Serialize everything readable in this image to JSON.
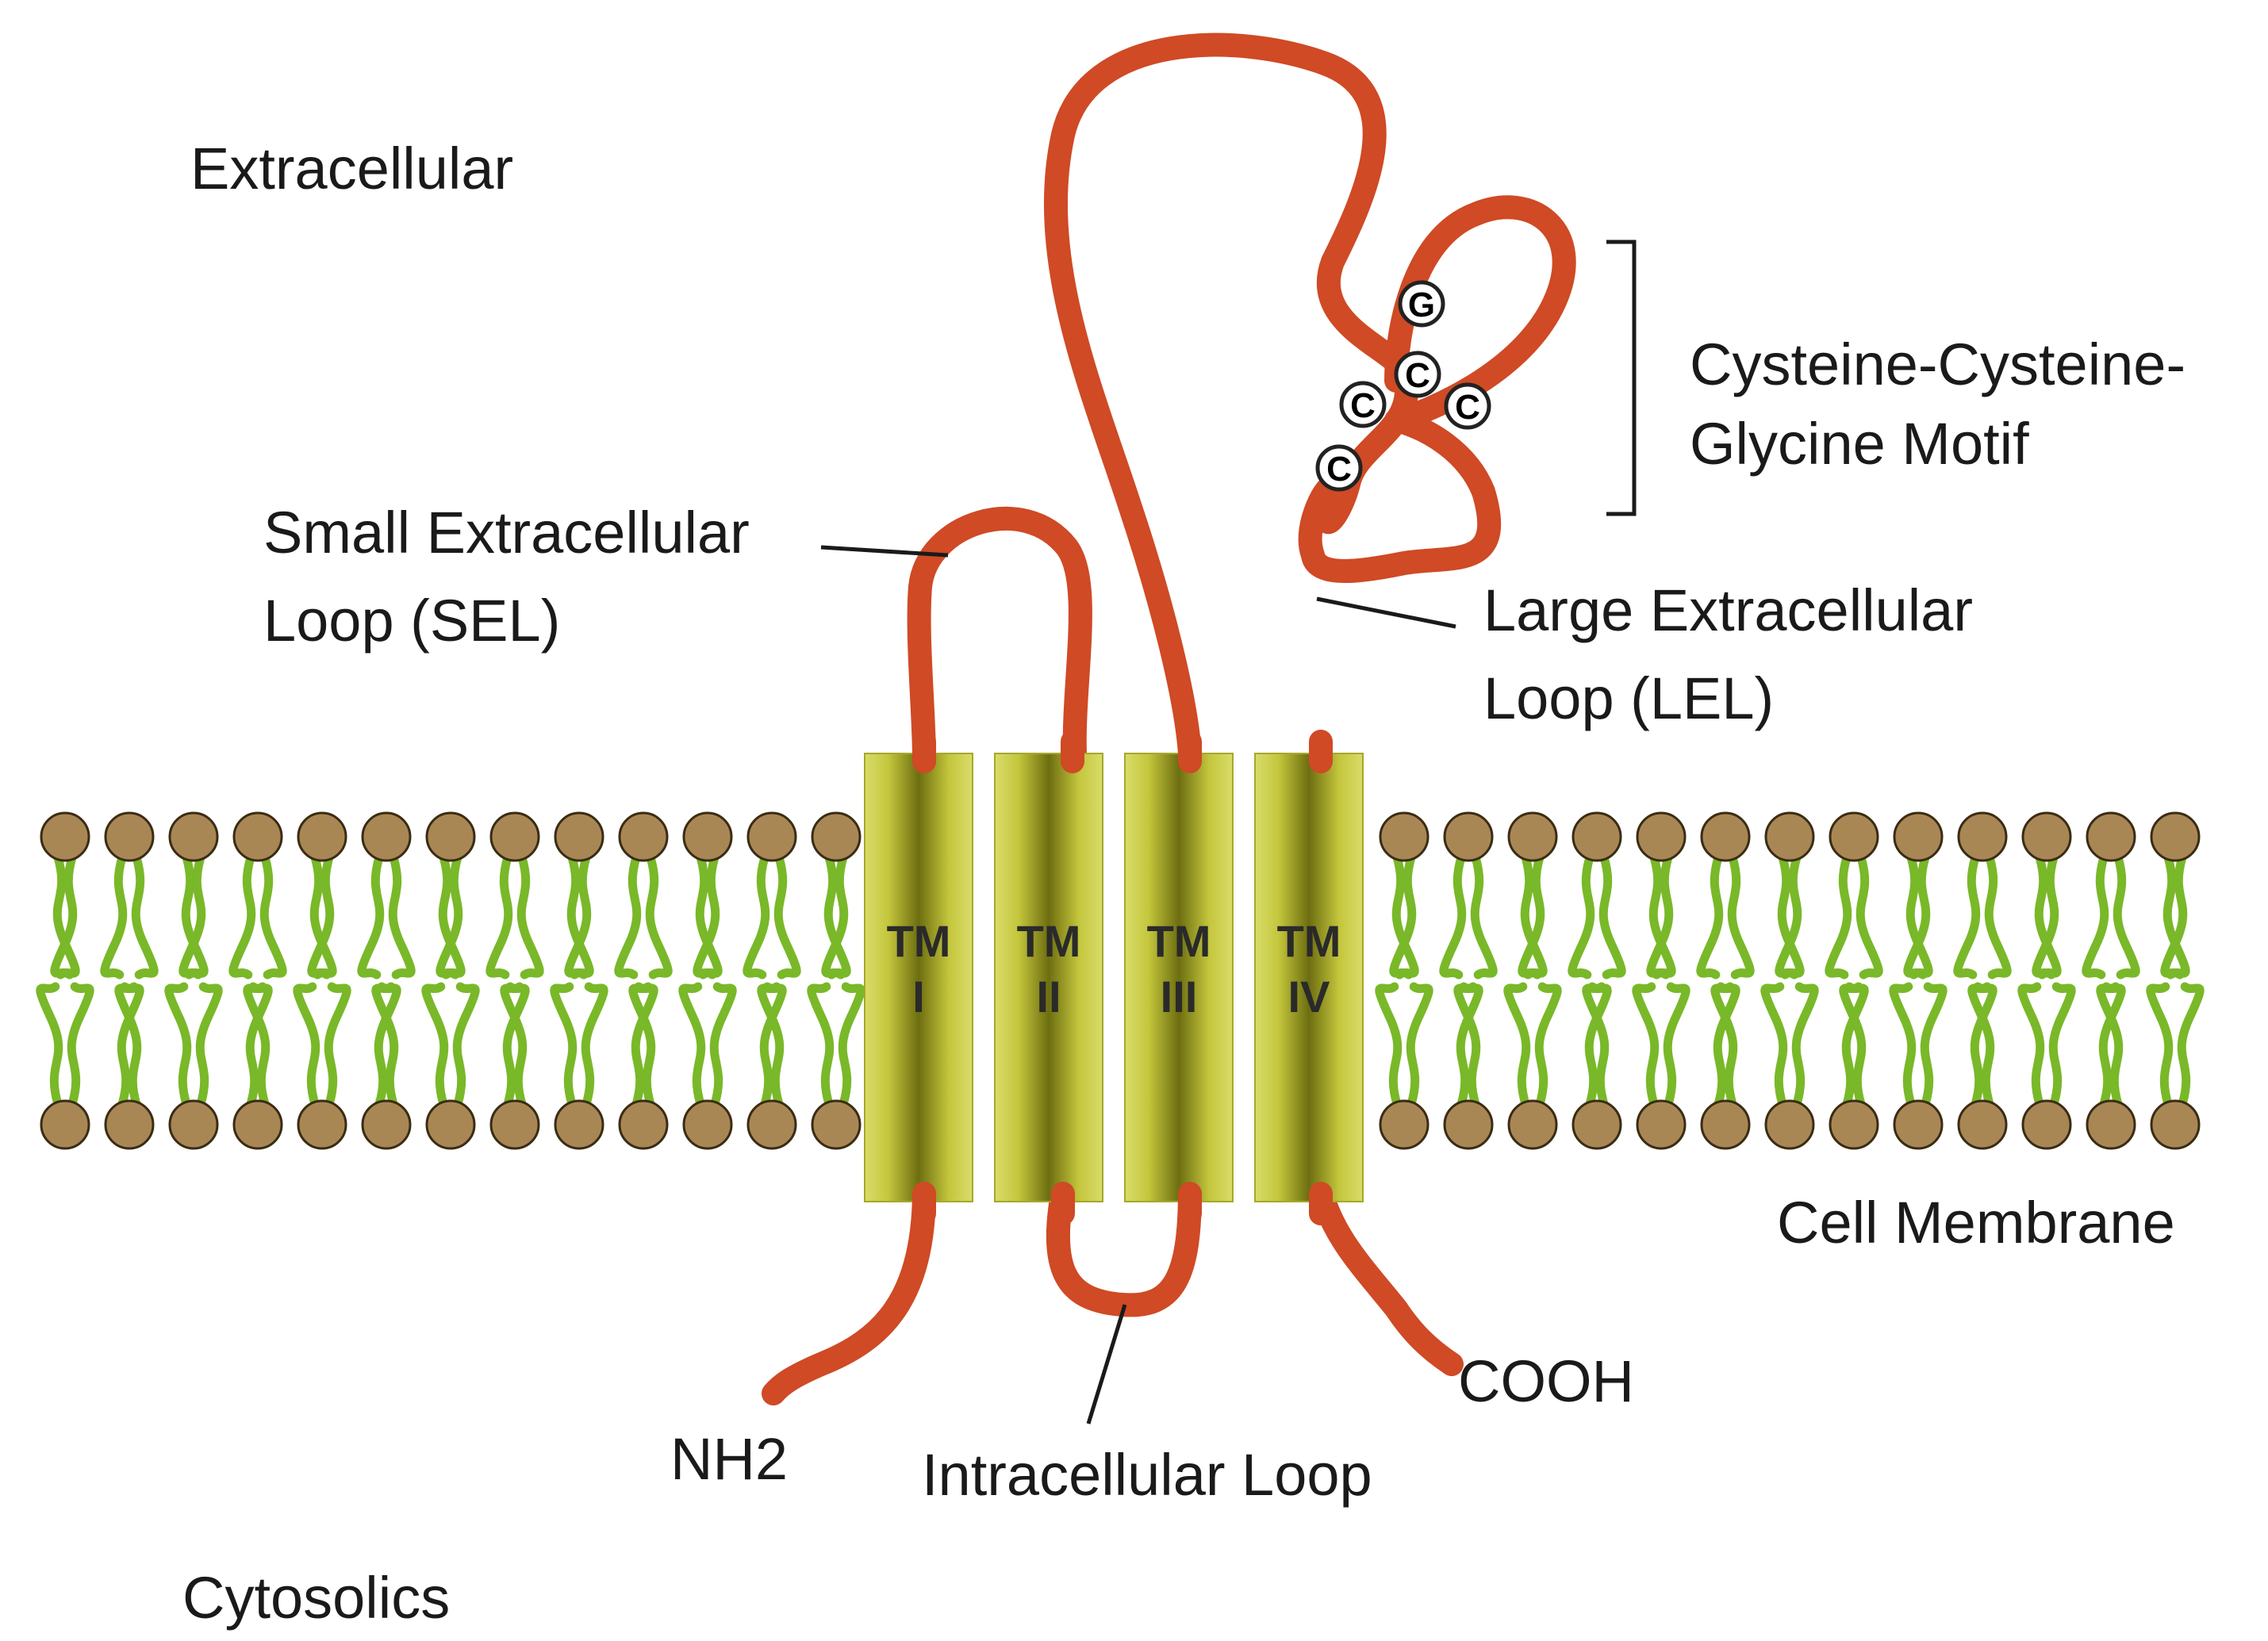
{
  "colors": {
    "protein": "#cf4a25",
    "lipid_head": "#a98755",
    "lipid_tail": "#79b829",
    "helix": "#c9cc4a",
    "helix_dark": "#6d6e0f",
    "text": "#1a1a1a",
    "residue_fill": "#ffffff"
  },
  "labels": {
    "extracellular": "Extracellular",
    "cytosolics": "Cytosolics",
    "sel_line1": "Small Extracellular",
    "sel_line2": "Loop (SEL)",
    "lel_line1": "Large Extracellular",
    "lel_line2": "Loop (LEL)",
    "motif_line1": "Cysteine-Cysteine-",
    "motif_line2": "Glycine Motif",
    "cell_membrane": "Cell Membrane",
    "nh2": "NH2",
    "cooh": "COOH",
    "intracellular_loop": "Intracellular Loop"
  },
  "helices": [
    {
      "line1": "TM",
      "line2": "I"
    },
    {
      "line1": "TM",
      "line2": "II"
    },
    {
      "line1": "TM",
      "line2": "III"
    },
    {
      "line1": "TM",
      "line2": "IV"
    }
  ],
  "motif_residues": [
    "G",
    "C",
    "C",
    "C",
    "C"
  ]
}
